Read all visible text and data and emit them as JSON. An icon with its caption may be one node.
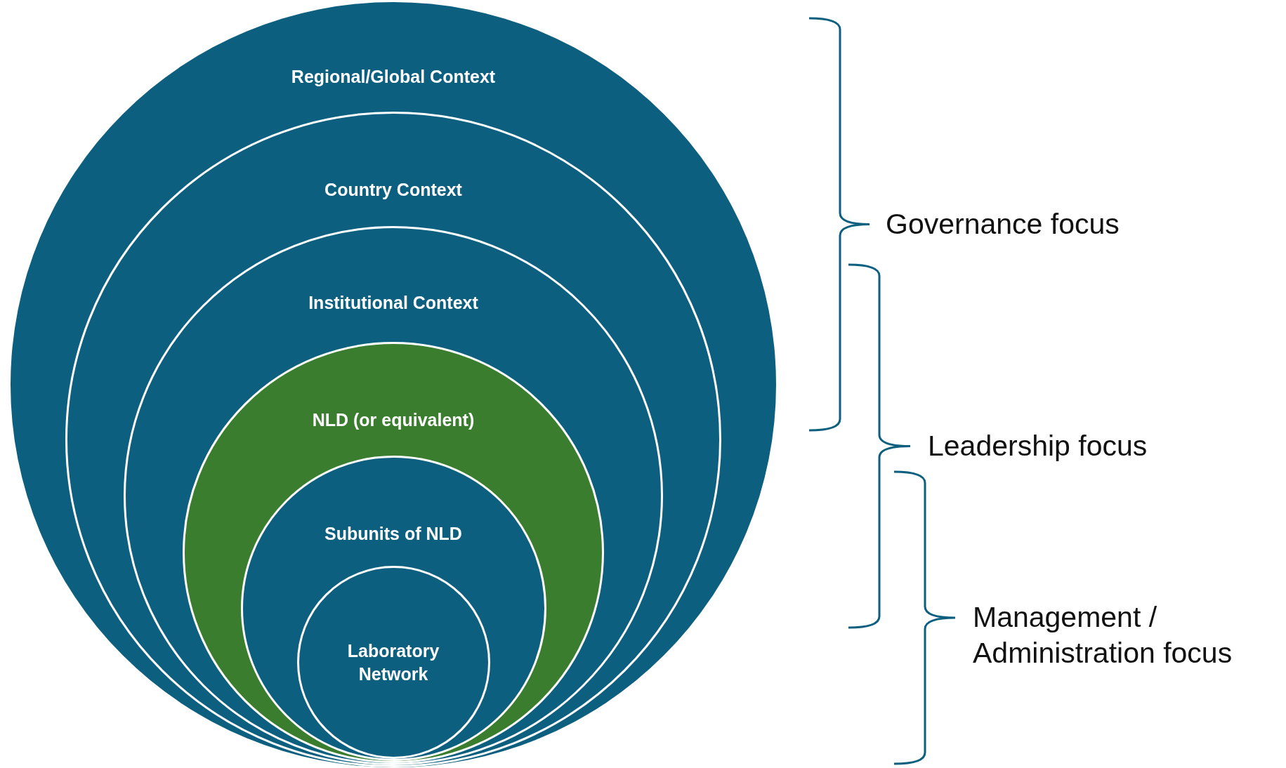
{
  "diagram": {
    "nodes": [
      {
        "text": [
          "Regional/Global Context"
        ]
      },
      {
        "text": [
          "Country Context"
        ],
        "in": 0
      },
      {
        "text": [
          "Institutional Context"
        ],
        "in": 1
      },
      {
        "text": [
          "NLD (or equivalent)"
        ],
        "in": 2
      },
      {
        "text": [
          "Subunits of NLD"
        ],
        "in": 3
      },
      {
        "text": [
          "Laboratory Network"
        ],
        "in": 4
      }
    ],
    "edges": [],
    "labels": [
      "Governance focus",
      "Leadership focus",
      "Management / Administration focus"
    ]
  }
}
